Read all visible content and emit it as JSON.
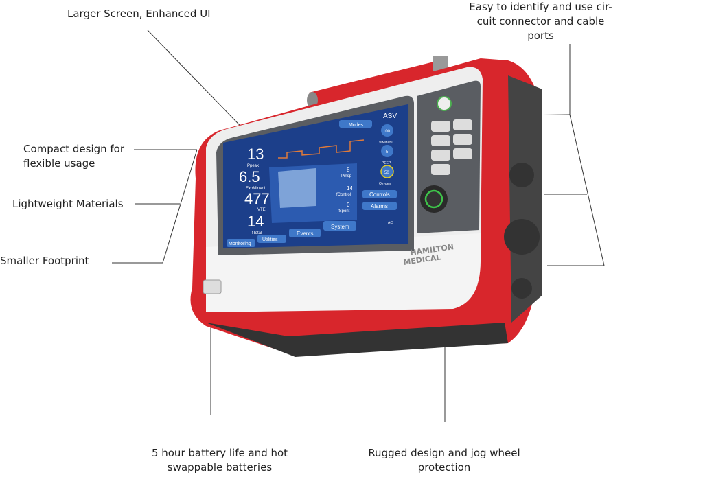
{
  "callouts": {
    "screen": "Larger Screen, Enhanced UI",
    "connectors": [
      "Easy to identify and use cir-",
      "cuit connector and cable",
      "ports"
    ],
    "compact": [
      "Compact design for",
      "flexible usage"
    ],
    "lightweight": "Lightweight Materials",
    "footprint": "Smaller Footprint",
    "battery": [
      "5 hour battery life and hot",
      "swappable batteries"
    ],
    "rugged": [
      "Rugged design and jog wheel",
      "protection"
    ]
  },
  "device": {
    "brand": [
      "HAMILTON",
      "MEDICAL"
    ],
    "screen": {
      "mode": "ASV",
      "modes_button": "Modes",
      "values": [
        {
          "value": "13",
          "label": "Ppeak"
        },
        {
          "value": "6.5",
          "label": "ExpMinVol"
        },
        {
          "value": "477",
          "label": "VTE"
        },
        {
          "value": "14",
          "label": "fTotal"
        }
      ],
      "right_values": [
        {
          "value": "8",
          "label": "Pinsp"
        },
        {
          "value": "14",
          "label": "fControl"
        },
        {
          "value": "0",
          "label": "fSpont"
        }
      ],
      "controls": [
        {
          "value": "100",
          "label": "%MinVol"
        },
        {
          "value": "5",
          "label": "PEEP"
        },
        {
          "value": "50",
          "label": "Oxygen"
        }
      ],
      "buttons": [
        "Controls",
        "Alarms"
      ],
      "tabs": [
        "Monitoring",
        "Utilities",
        "Events",
        "System"
      ],
      "power": "AC"
    },
    "colors": {
      "red": "#d8262c",
      "screen": "#1c3f8a",
      "button": "#3f78c9",
      "bezel": "#5a5d62"
    }
  }
}
